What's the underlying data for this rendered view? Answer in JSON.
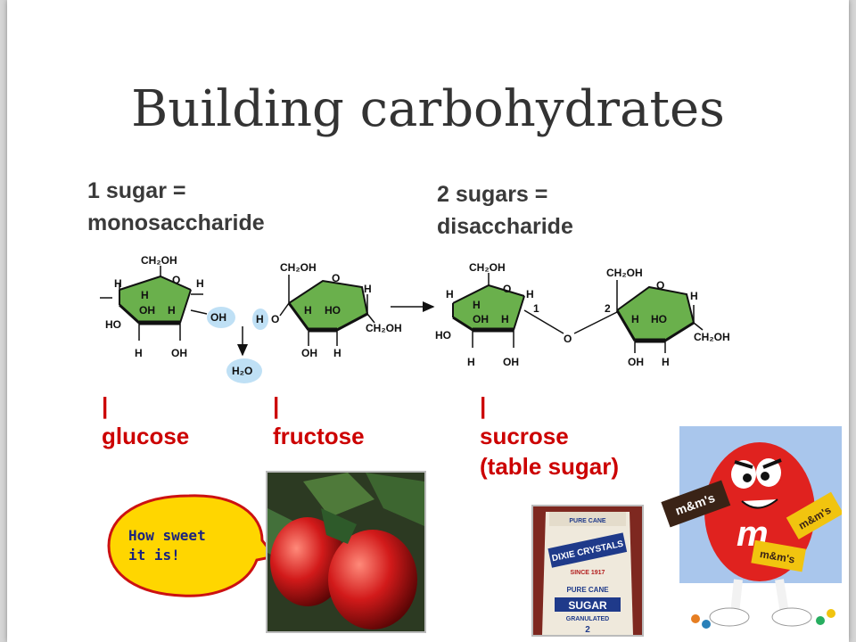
{
  "title": "Building carbohydrates",
  "definitions": {
    "mono": [
      "1 sugar =",
      "monosaccharide"
    ],
    "di": [
      "2 sugars =",
      "disaccharide"
    ]
  },
  "sugars": [
    {
      "bar": "|",
      "name": "glucose"
    },
    {
      "bar": "|",
      "name": "fructose"
    },
    {
      "bar": "|",
      "name": "sucrose",
      "sub": "(table sugar)"
    }
  ],
  "structure_labels": {
    "ch2oh": "CH₂OH",
    "o": "O",
    "h": "H",
    "oh": "OH",
    "ho": "HO",
    "water": "H₂O",
    "c1": "1",
    "c2": "2"
  },
  "bubble": {
    "line1": "How sweet",
    "line2": "it is!"
  },
  "sugar_bag": {
    "top": "PURE CANE",
    "brand": "DIXIE CRYSTALS",
    "since": "SINCE 1917",
    "mid": "PURE CANE",
    "product": "SUGAR",
    "type": "GRANULATED",
    "weight": "2"
  },
  "candy": {
    "logo": "m&m's",
    "letter": "m"
  },
  "colors": {
    "accent": "#cc0000",
    "title": "#333333",
    "bubble": "#ffd600",
    "water_circle": "#bfe0f5"
  }
}
